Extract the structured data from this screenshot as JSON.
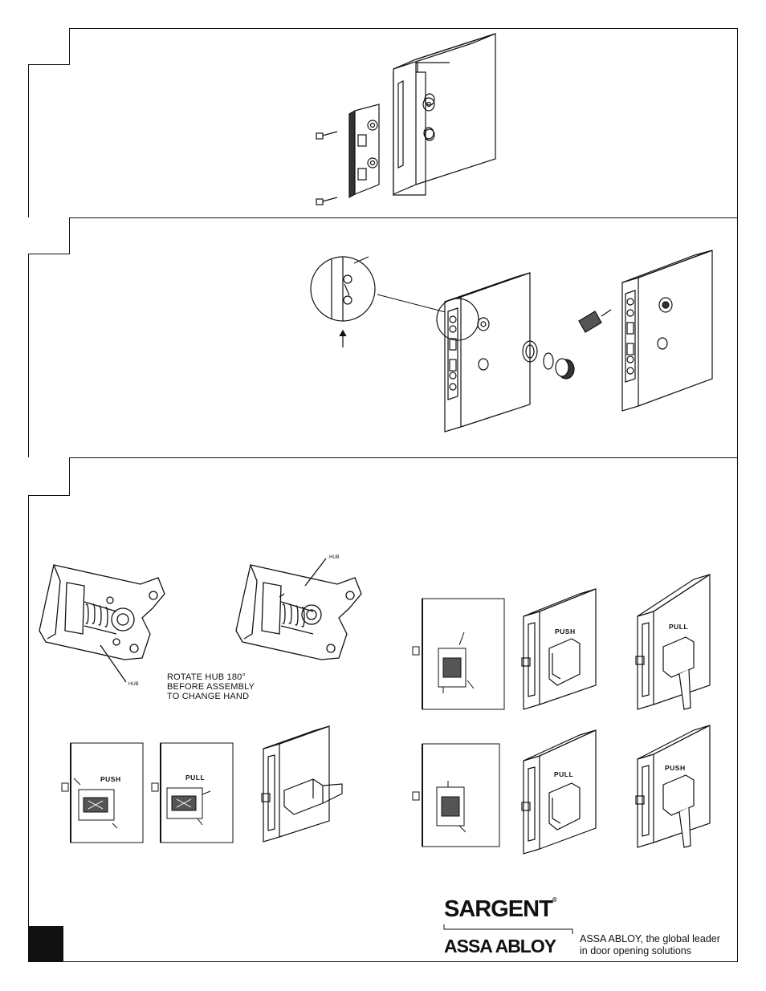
{
  "panel3": {
    "hub_label_left": "HUB",
    "hub_label_right": "HUB",
    "rotate_note_line1": "ROTATE HUB 180°",
    "rotate_note_line2": "BEFORE ASSEMBLY",
    "rotate_note_line3": "TO CHANGE HAND",
    "label_push_a": "PUSH",
    "label_pull_a": "PULL",
    "label_push_b": "PUSH",
    "label_pull_b": "PULL",
    "label_pull_c": "PULL",
    "label_push_c": "PUSH"
  },
  "footer": {
    "brand": "SARGENT",
    "registered": "®",
    "parent": "ASSA ABLOY",
    "tagline_line1": "ASSA ABLOY, the global leader",
    "tagline_line2": "in door opening solutions"
  }
}
